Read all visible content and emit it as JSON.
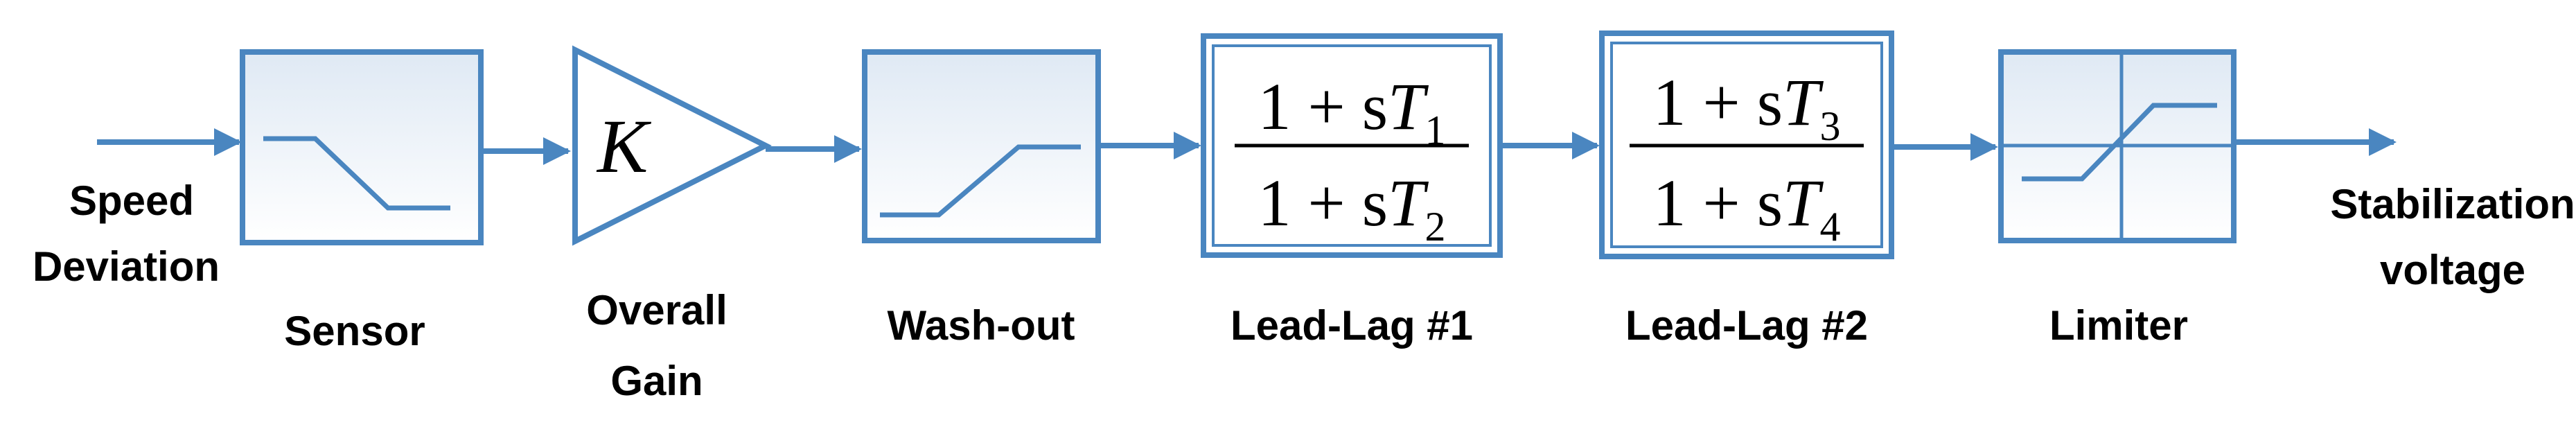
{
  "colors": {
    "block": "#4a86c0",
    "block_fill": "#f4f8fc",
    "text": "#000000"
  },
  "input_label": {
    "line1": "Speed",
    "line2": "Deviation"
  },
  "output_label": {
    "line1": "Stabilization",
    "line2": "voltage"
  },
  "blocks": {
    "sensor": {
      "label": "Sensor"
    },
    "gain": {
      "label_line1": "Overall",
      "label_line2": "Gain",
      "symbol": "K"
    },
    "washout": {
      "label": "Wash-out"
    },
    "leadlag1": {
      "label": "Lead-Lag #1",
      "num_text": "1 + s",
      "num_var": "T",
      "num_sub": "1",
      "den_text": "1 + s",
      "den_var": "T",
      "den_sub": "2"
    },
    "leadlag2": {
      "label": "Lead-Lag #2",
      "num_text": "1 + s",
      "num_var": "T",
      "num_sub": "3",
      "den_text": "1 + s",
      "den_var": "T",
      "den_sub": "4"
    },
    "limiter": {
      "label": "Limiter"
    }
  }
}
